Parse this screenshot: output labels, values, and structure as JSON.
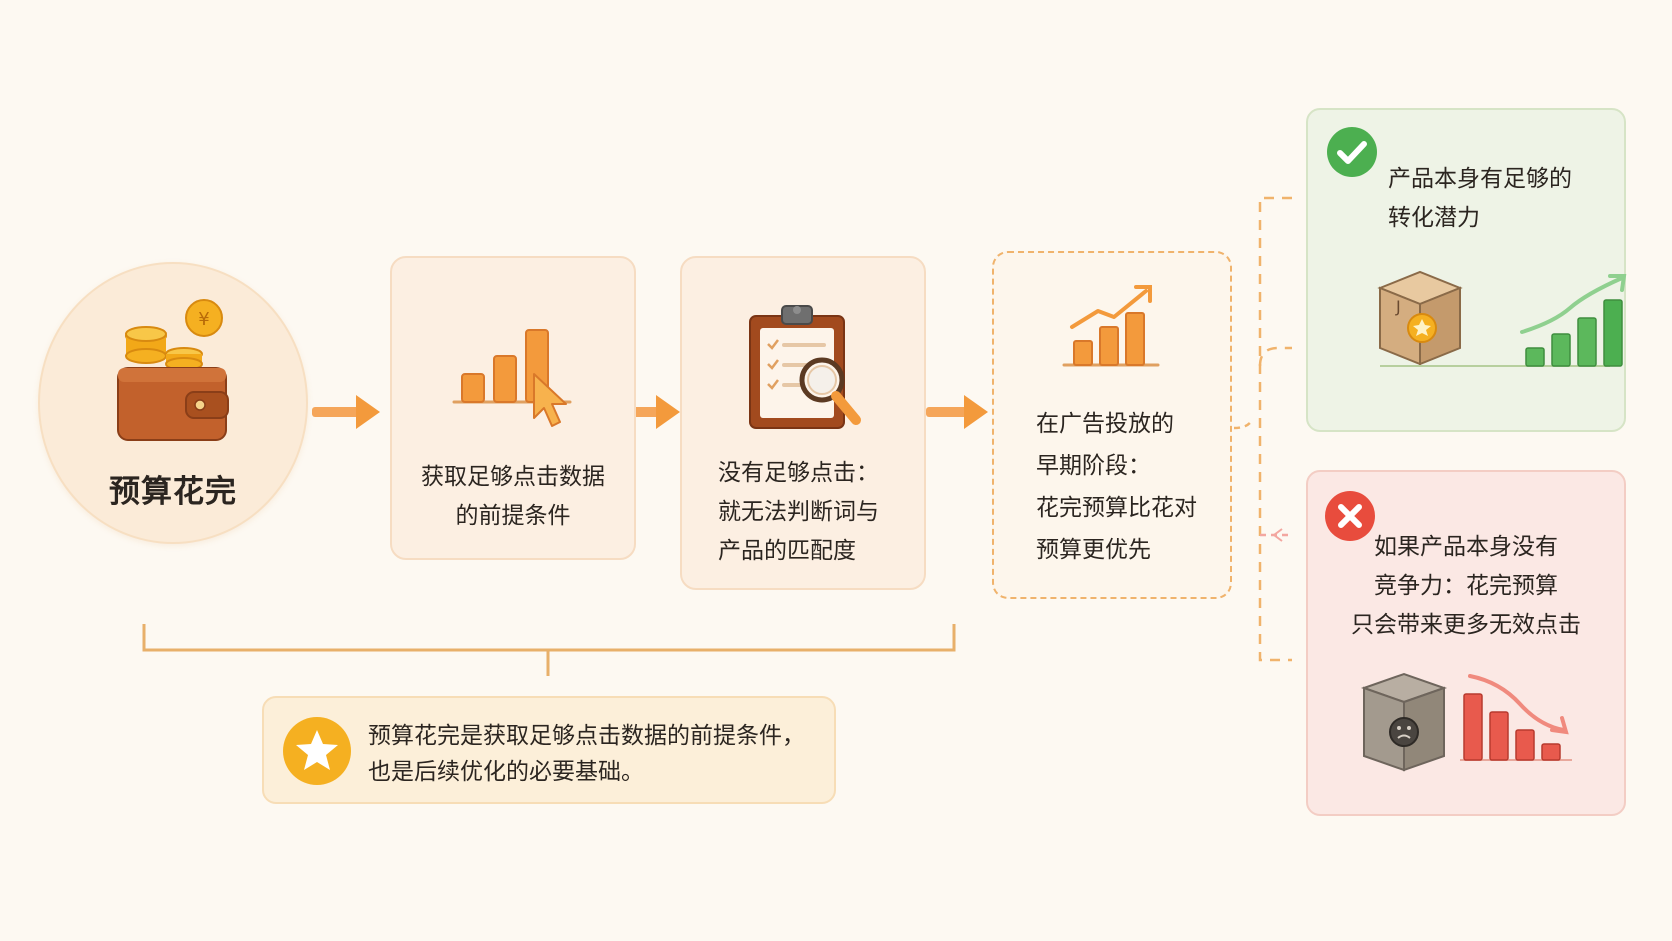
{
  "start": {
    "label": "预算花完"
  },
  "steps": [
    {
      "line1": "获取足够点击数据",
      "line2": "的前提条件"
    },
    {
      "line1": "没有足够点击：",
      "line2": "就无法判断词与",
      "line3": "产品的匹配度"
    },
    {
      "line1": "在广告投放的",
      "line2": "早期阶段：",
      "line3": "花完预算比花对",
      "line4": "预算更优先"
    }
  ],
  "outcomes": {
    "good": {
      "line1": "产品本身有足够的",
      "line2": "转化潜力"
    },
    "bad": {
      "line1": "如果产品本身没有",
      "line2": "竞争力：花完预算",
      "line3": "只会带来更多无效点击"
    }
  },
  "summary": {
    "line1": "预算花完是获取足够点击数据的前提条件，",
    "line2": "也是后续优化的必要基础。"
  },
  "icons": {
    "wallet": "wallet-with-coins-icon",
    "bars_cursor": "bar-chart-cursor-icon",
    "clipboard": "clipboard-magnifier-icon",
    "trend": "rising-bar-chart-icon",
    "check": "check-icon",
    "cross": "cross-icon",
    "star": "star-icon",
    "box_up": "product-box-icon",
    "box_down": "sad-box-icon"
  },
  "colors": {
    "orange": "#f39a3c",
    "green": "#4caf50",
    "red": "#e84c3d",
    "gold": "#f5b021",
    "bracket": "#e8b06a"
  }
}
